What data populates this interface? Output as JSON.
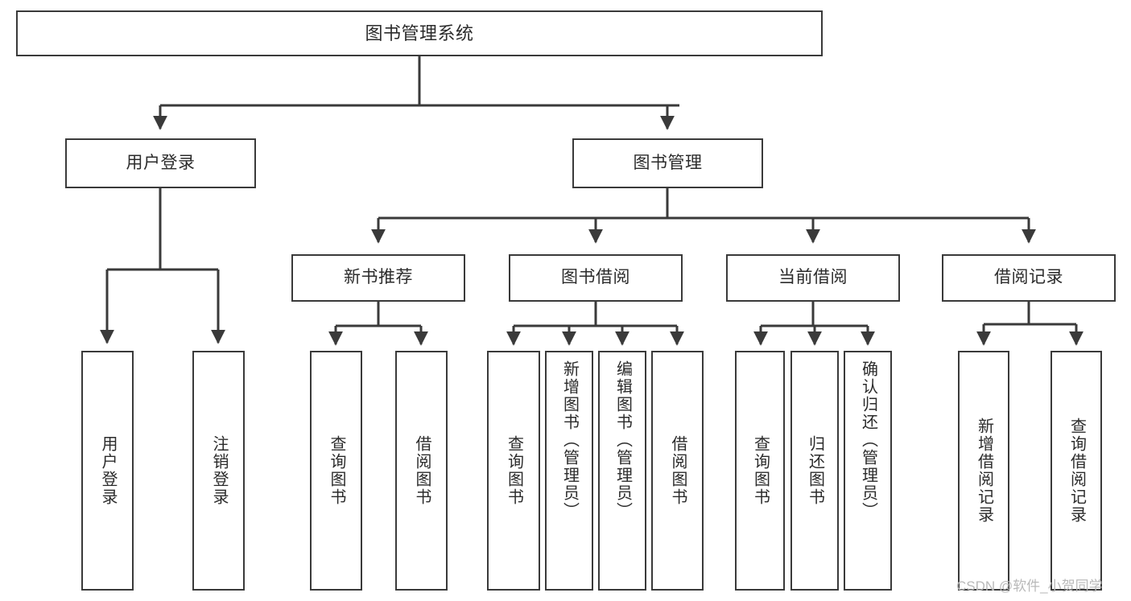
{
  "diagram": {
    "type": "tree-hierarchy",
    "title": "图书管理系统",
    "stroke_color": "#3a3a3a",
    "background_color": "#ffffff",
    "text_color": "#2b2b2b",
    "watermark": "CSDN @软件_小贺同学"
  },
  "nodes": {
    "root": {
      "label": "图书管理系统"
    },
    "level2": [
      {
        "label": "用户登录"
      },
      {
        "label": "图书管理"
      }
    ],
    "level3": [
      {
        "label": "新书推荐"
      },
      {
        "label": "图书借阅"
      },
      {
        "label": "当前借阅"
      },
      {
        "label": "借阅记录"
      }
    ],
    "leaves_user_login": [
      {
        "label": "用户登录"
      },
      {
        "label": "注销登录"
      }
    ],
    "leaves_new_books": [
      {
        "label": "查询图书"
      },
      {
        "label": "借阅图书"
      }
    ],
    "leaves_borrow": [
      {
        "label": "查询图书"
      },
      {
        "label": "新增图书（管理员）"
      },
      {
        "label": "编辑图书（管理员）"
      },
      {
        "label": "借阅图书"
      }
    ],
    "leaves_current": [
      {
        "label": "查询图书"
      },
      {
        "label": "归还图书"
      },
      {
        "label": "确认归还（管理员）"
      }
    ],
    "leaves_records": [
      {
        "label": "新增借阅记录"
      },
      {
        "label": "查询借阅记录"
      }
    ]
  }
}
